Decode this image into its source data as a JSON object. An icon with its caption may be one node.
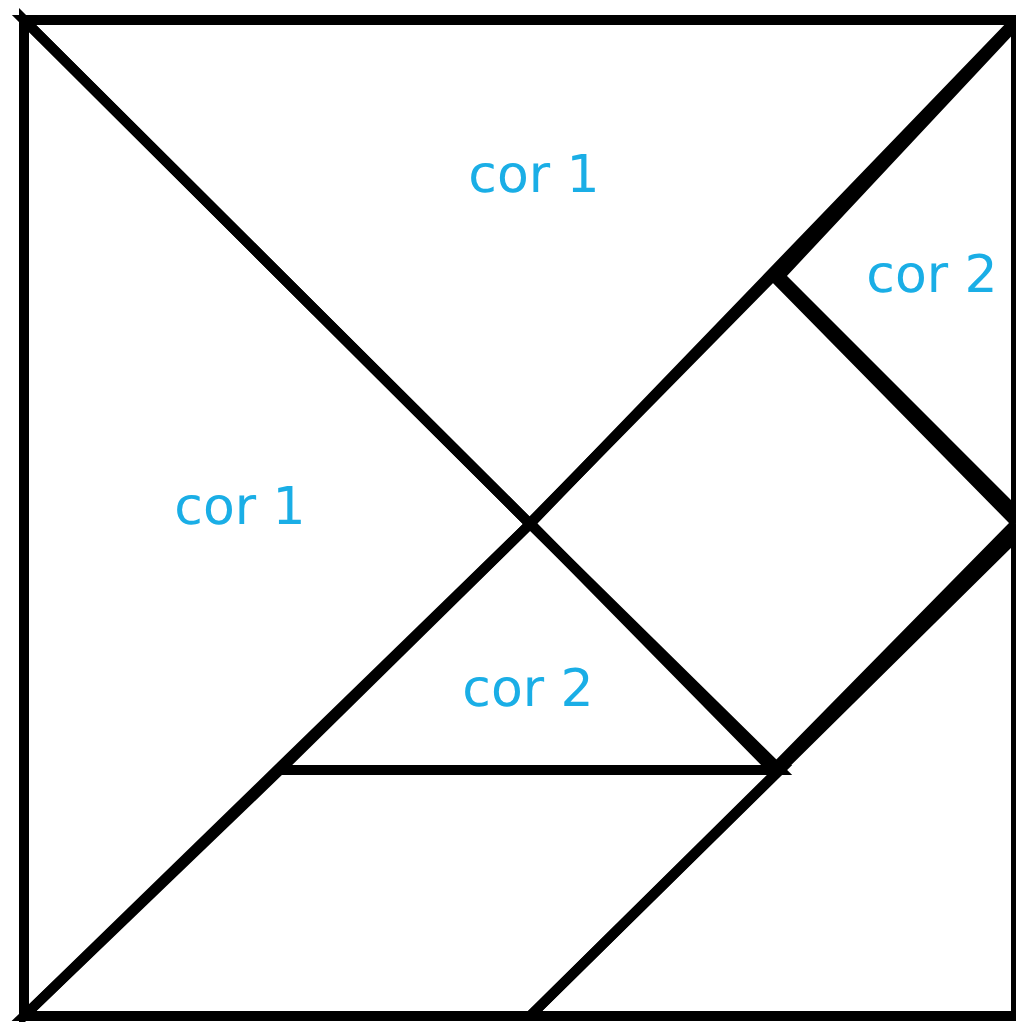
{
  "diagram": {
    "nodes": [
      {
        "text": [
          "cor 1"
        ]
      },
      {
        "text": [
          "cor 2"
        ]
      },
      {
        "text": [
          "cor 1"
        ]
      },
      {
        "text": [],
        "shape": "diamond"
      },
      {
        "text": [
          "cor 2"
        ]
      },
      {
        "text": [],
        "shape": "parallelogram"
      },
      {
        "text": [],
        "shape": "triangle"
      }
    ],
    "edges": []
  }
}
